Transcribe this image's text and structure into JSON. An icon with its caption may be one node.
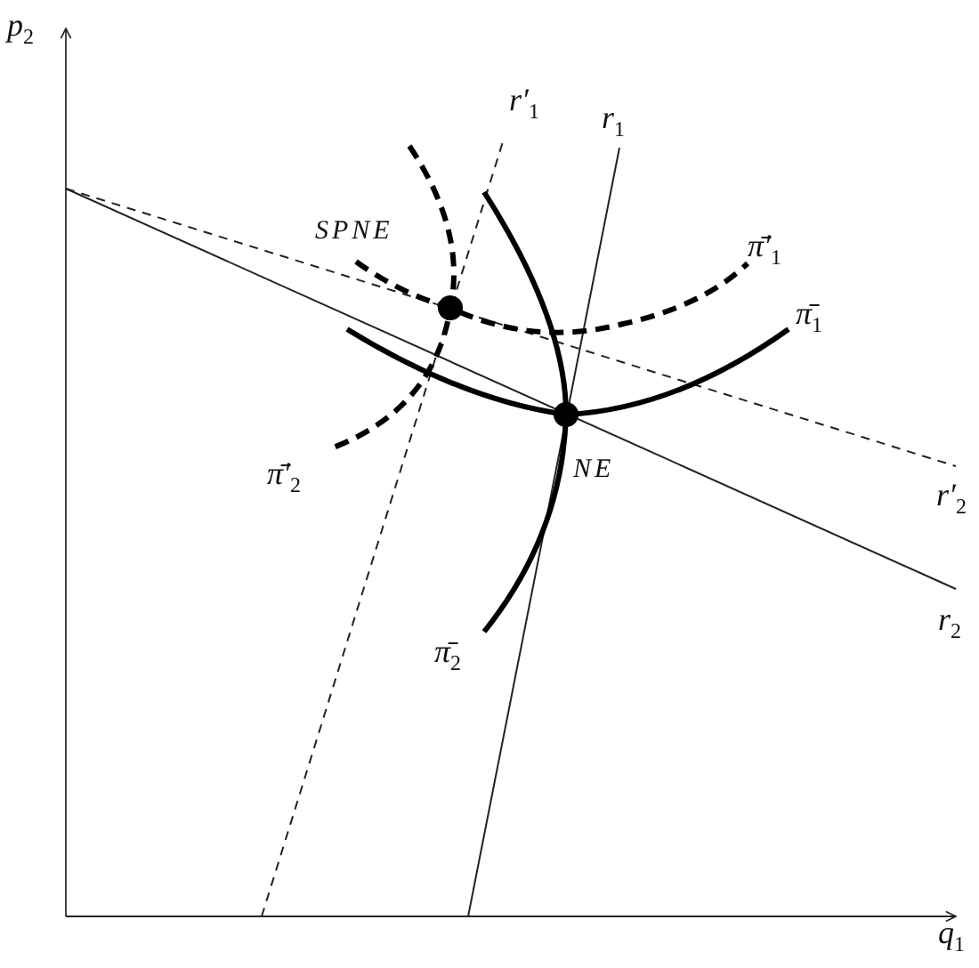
{
  "diagram": {
    "labels": [
      "p$_{2}$",
      "r′$_{1}$",
      "r$_{1}$",
      "SPNE",
      "π̄′$_{1}$",
      "π̄$_{1}$",
      "π̄′$_{2}$",
      "NE",
      "r′$_{2}$",
      "r$_{2}$",
      "π̄$_{2}$",
      "q$_{1}$"
    ]
  }
}
